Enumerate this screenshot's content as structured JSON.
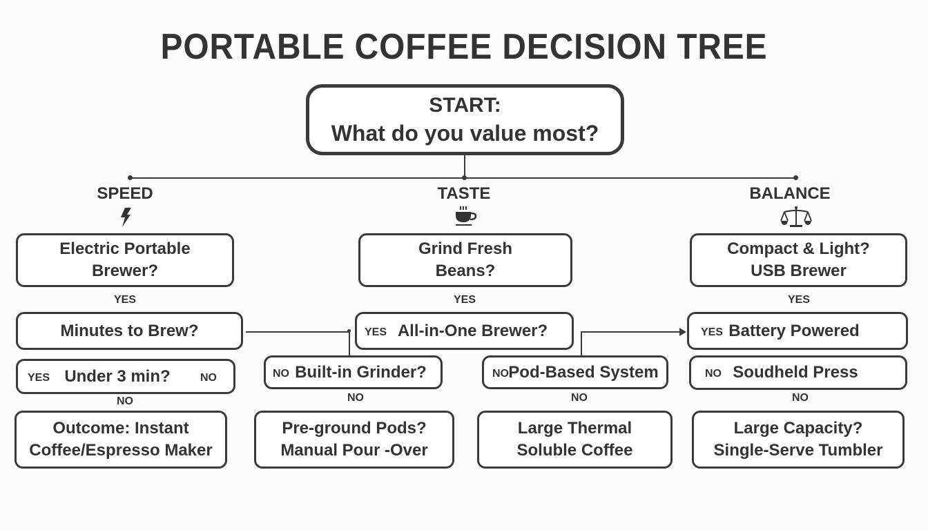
{
  "title": "PORTABLE COFFEE DECISION TREE",
  "start": {
    "line1": "START:",
    "line2": "What do you value most?"
  },
  "categories": [
    {
      "label": "SPEED",
      "icon": "lightning-bolt-icon"
    },
    {
      "label": "TASTE",
      "icon": "coffee-cup-icon"
    },
    {
      "label": "BALANCE",
      "icon": "balance-scale-icon"
    }
  ],
  "speed": {
    "q1": {
      "line1": "Electric Portable",
      "line2": "Brewer?"
    },
    "q1_edge": "YES",
    "q2": "Minutes to Brew?",
    "q3": {
      "left_tag": "YES",
      "text": "Under 3 min?",
      "right_tag": "NO"
    },
    "q3_edge": "NO",
    "outcome": {
      "line1": "Outcome: Instant",
      "line2": "Coffee/Espresso Maker"
    }
  },
  "taste": {
    "q1": {
      "line1": "Grind Fresh",
      "line2": "Beans?"
    },
    "q1_edge": "YES",
    "q2": {
      "tag": "YES",
      "text": "All-in-One Brewer?"
    },
    "left": {
      "tag": "NO",
      "text": "Built-in Grinder?",
      "edge": "NO",
      "outcome": {
        "line1": "Pre-ground Pods?",
        "line2": "Manual Pour -Over"
      }
    },
    "right": {
      "tag": "NO",
      "text": "Pod-Based System",
      "edge": "NO",
      "outcome": {
        "line1": "Large Thermal",
        "line2": "Soluble Coffee"
      }
    }
  },
  "balance": {
    "q1": {
      "line1": "Compact & Light?",
      "line2": "USB Brewer"
    },
    "q1_edge": "YES",
    "q2": {
      "tag": "YES",
      "text": "Battery Powered"
    },
    "q3": {
      "tag": "NO",
      "text": "Soudheld Press"
    },
    "q3_edge": "NO",
    "outcome": {
      "line1": "Large Capacity?",
      "line2": "Single-Serve Tumbler"
    }
  },
  "colors": {
    "ink": "#333333",
    "stroke": "#3a3a3a",
    "background": "#fbfbfb",
    "box_fill": "#ffffff"
  }
}
